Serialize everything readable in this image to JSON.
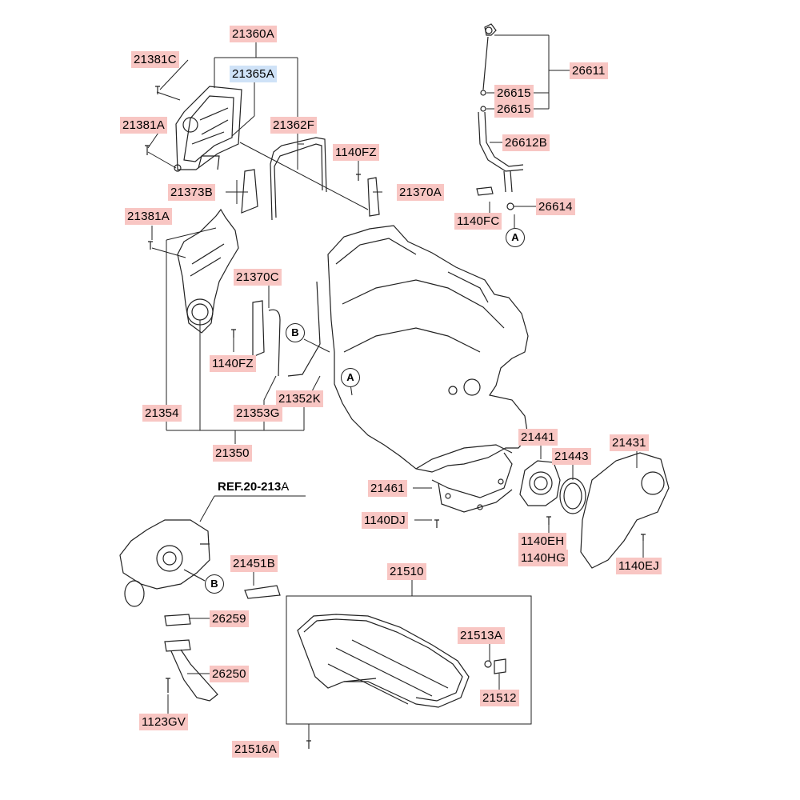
{
  "diagram": {
    "parts": {
      "p21360A": "21360A",
      "p21381C": "21381C",
      "p21365A": "21365A",
      "p21381A_top": "21381A",
      "p21362F": "21362F",
      "p1140FZ_top": "1140FZ",
      "p21373B": "21373B",
      "p21370A": "21370A",
      "p21381A_mid": "21381A",
      "p21370C": "21370C",
      "p1140FZ_mid": "1140FZ",
      "p21354": "21354",
      "p21353G": "21353G",
      "p21352K": "21352K",
      "p21350": "21350",
      "p26611": "26611",
      "p26615_a": "26615",
      "p26615_b": "26615",
      "p26612B": "26612B",
      "p1140FC": "1140FC",
      "p26614": "26614",
      "p21441": "21441",
      "p21443": "21443",
      "p21431": "21431",
      "p21461": "21461",
      "p1140DJ": "1140DJ",
      "p1140EH": "1140EH",
      "p1140HG": "1140HG",
      "p1140EJ": "1140EJ",
      "p21451B": "21451B",
      "p21510": "21510",
      "p26259": "26259",
      "p21513A": "21513A",
      "p26250": "26250",
      "p21512": "21512",
      "p1123GV": "1123GV",
      "p21516A": "21516A"
    },
    "reference": {
      "main": "REF.20-213",
      "suffix": "A"
    },
    "callouts": {
      "a_top": "A",
      "a_engine": "A",
      "b_cover": "B",
      "b_pump": "B"
    }
  }
}
